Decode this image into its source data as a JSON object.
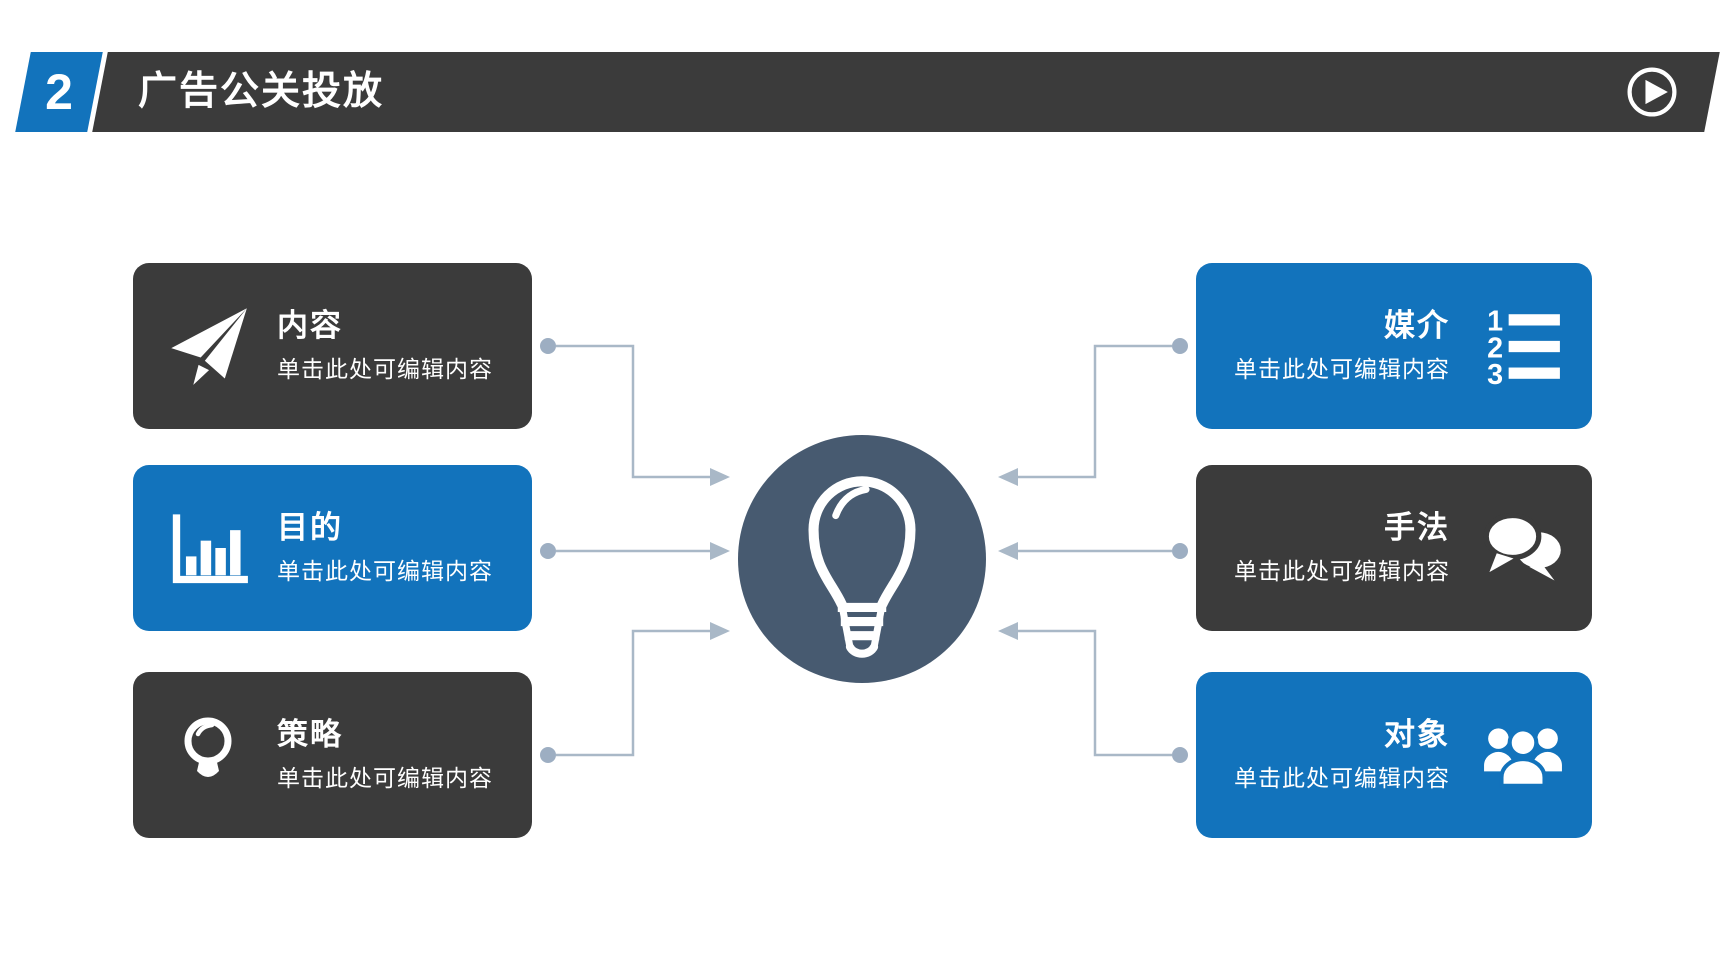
{
  "header": {
    "page_number": "2",
    "title": "广告公关投放",
    "play_button": "play-icon"
  },
  "hub": {
    "icon": "lightbulb-icon"
  },
  "cards": {
    "left": [
      {
        "title": "内容",
        "subtitle": "单击此处可编辑内容",
        "icon": "paper-plane-icon",
        "variant": "dark"
      },
      {
        "title": "目的",
        "subtitle": "单击此处可编辑内容",
        "icon": "bar-chart-icon",
        "variant": "blue"
      },
      {
        "title": "策略",
        "subtitle": "单击此处可编辑内容",
        "icon": "lightbulb-icon",
        "variant": "dark"
      }
    ],
    "right": [
      {
        "title": "媒介",
        "subtitle": "单击此处可编辑内容",
        "icon": "numbered-list-icon",
        "variant": "blue"
      },
      {
        "title": "手法",
        "subtitle": "单击此处可编辑内容",
        "icon": "speech-bubbles-icon",
        "variant": "dark"
      },
      {
        "title": "对象",
        "subtitle": "单击此处可编辑内容",
        "icon": "people-icon",
        "variant": "blue"
      }
    ]
  },
  "colors": {
    "accent_blue": "#1273BC",
    "dark_gray": "#3B3B3B",
    "hub_slate": "#475A70",
    "connector_line": "#A9B8C7",
    "connector_dot": "#9DAEC2",
    "background": "#FFFFFF"
  }
}
